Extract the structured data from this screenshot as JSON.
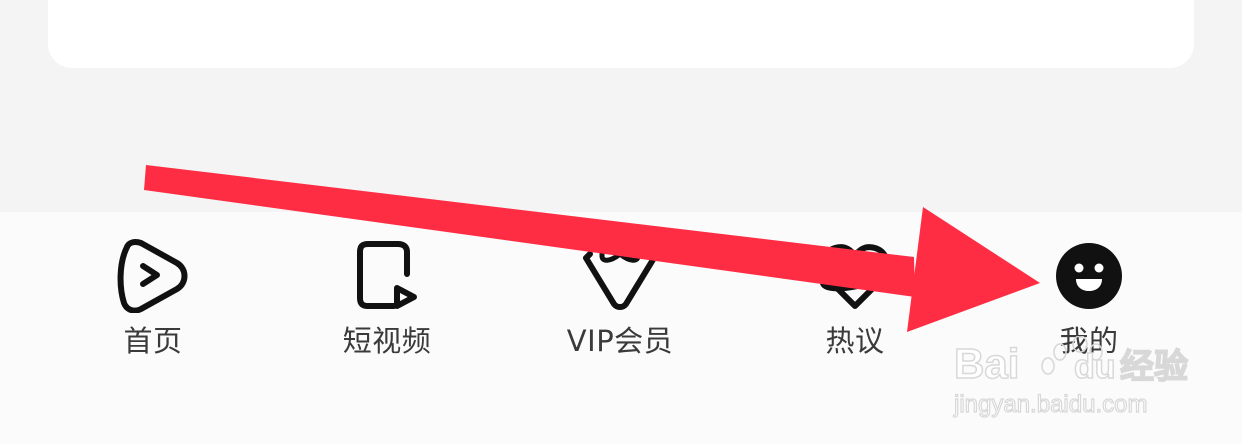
{
  "tab_bar": {
    "items": [
      {
        "id": "home",
        "label": "首页",
        "icon": "play-triangle-icon"
      },
      {
        "id": "short_video",
        "label": "短视频",
        "icon": "short-video-icon"
      },
      {
        "id": "vip",
        "label": "VIP会员",
        "icon": "tuxedo-bowtie-icon"
      },
      {
        "id": "hot",
        "label": "热议",
        "icon": "heart-planet-icon"
      },
      {
        "id": "mine",
        "label": "我的",
        "icon": "smiley-face-icon",
        "active": true
      }
    ]
  },
  "annotation": {
    "type": "arrow",
    "color": "#ff2d44",
    "points_to": "我的"
  },
  "watermark": {
    "brand_left": "Bai",
    "brand_mid": "du",
    "brand_right": "经验",
    "url": "jingyan.baidu.com"
  },
  "colors": {
    "background": "#f4f4f4",
    "card": "#ffffff",
    "tab_bar": "#fbfbfb",
    "icon": "#111111",
    "label": "#3a3a3a",
    "arrow": "#ff2d44"
  }
}
